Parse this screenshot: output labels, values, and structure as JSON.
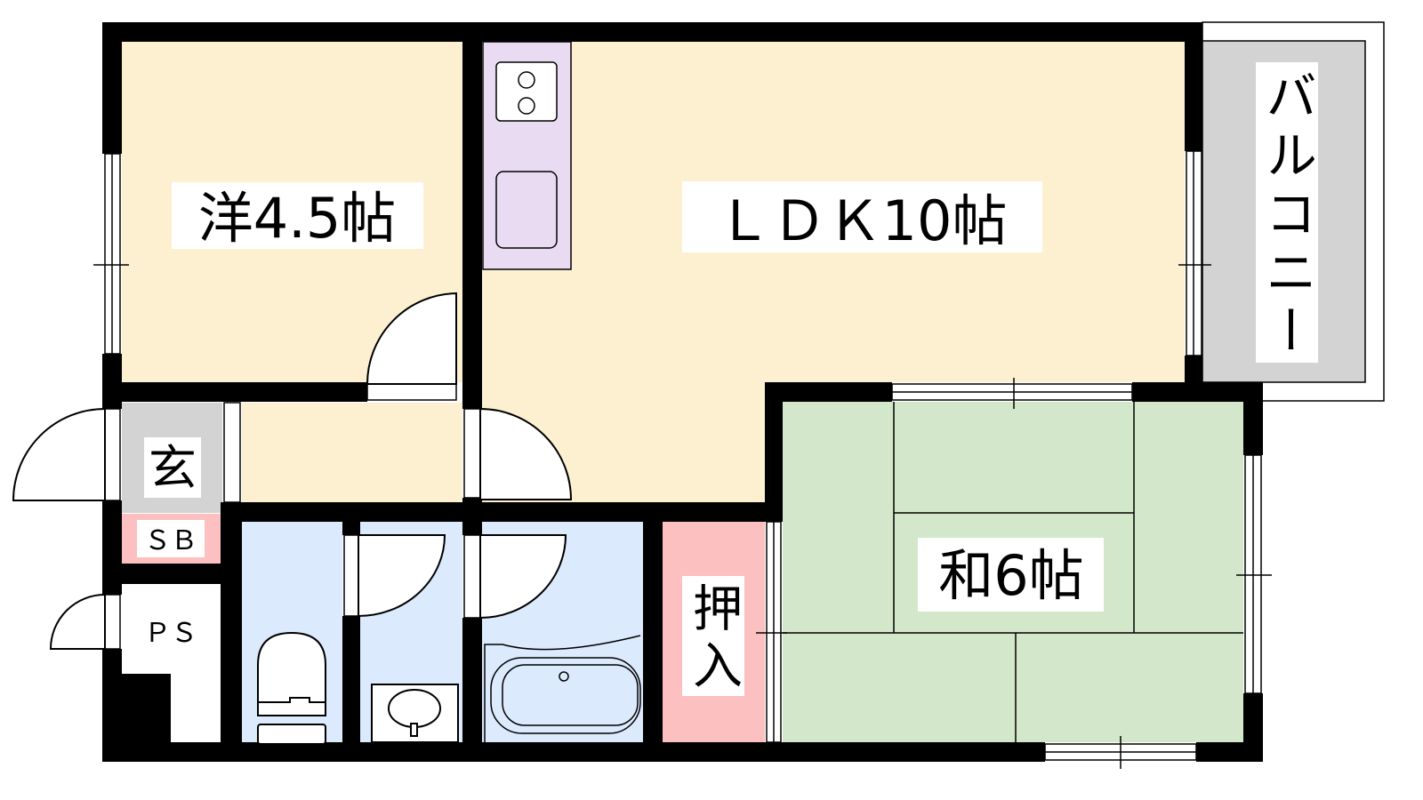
{
  "rooms": {
    "western": "洋4.5帖",
    "ldk": "ＬＤＫ10帖",
    "japanese": "和6帖",
    "entrance": "玄",
    "shoe_box": "ＳＢ",
    "pipe_space": "ＰＳ",
    "closet": "押入",
    "balcony": "バルコニー"
  },
  "colors": {
    "wall": "#000000",
    "western_floor": "#fdf0d0",
    "japanese_floor": "#d3e8cb",
    "wet_area": "#dbeafc",
    "closet": "#fcc0c0",
    "entrance": "#d3d3d3",
    "kitchen": "#e9dcf2",
    "balcony": "#d3d3d3"
  }
}
